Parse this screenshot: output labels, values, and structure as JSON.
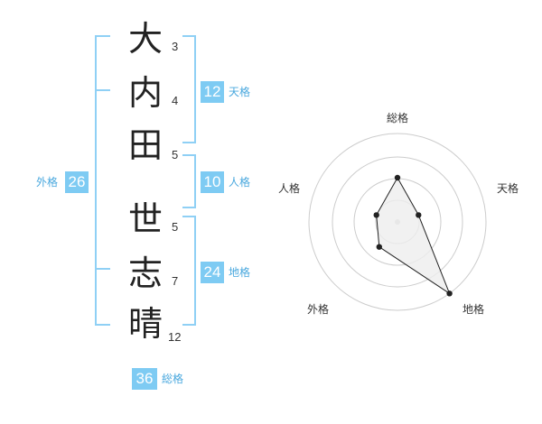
{
  "name": {
    "chars": [
      {
        "char": "大",
        "strokes": "3"
      },
      {
        "char": "内",
        "strokes": "4"
      },
      {
        "char": "田",
        "strokes": "5"
      },
      {
        "char": "世",
        "strokes": "5"
      },
      {
        "char": "志",
        "strokes": "7"
      },
      {
        "char": "晴",
        "strokes": "12"
      }
    ]
  },
  "scores": {
    "tenkaku": {
      "value": "12",
      "label": "天格"
    },
    "jinkaku": {
      "value": "10",
      "label": "人格"
    },
    "chikaku": {
      "value": "24",
      "label": "地格"
    },
    "gaikaku": {
      "value": "26",
      "label": "外格"
    },
    "soukaku": {
      "value": "36",
      "label": "総格"
    }
  },
  "colors": {
    "accent": "#7ecbf3",
    "accent_text": "#4aa8de",
    "bracket": "#8fd0f5",
    "radar_fill": "#eeeeee",
    "radar_line": "#222222",
    "grid": "#cccccc"
  },
  "chart_data": {
    "type": "radar",
    "axes": [
      "総格",
      "天格",
      "地格",
      "外格",
      "人格"
    ],
    "values": [
      0.5,
      0.25,
      1.0,
      0.35,
      0.25
    ],
    "rings": 4,
    "grid": true
  }
}
